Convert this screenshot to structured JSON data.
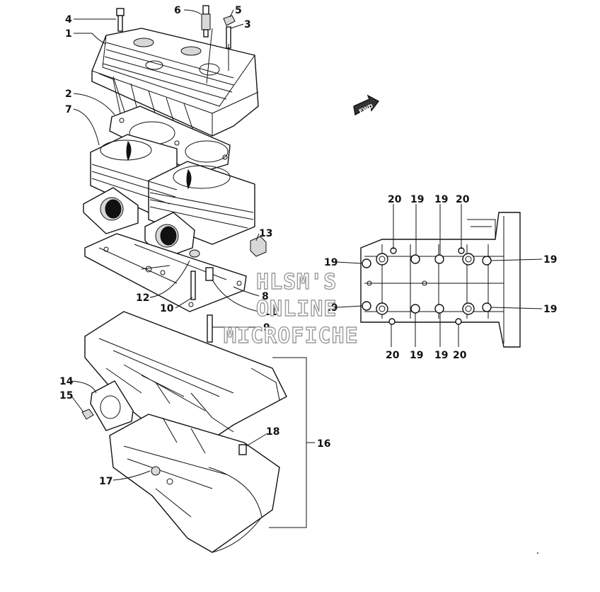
{
  "callouts": {
    "c1": "1",
    "c2": "2",
    "c3": "3",
    "c4": "4",
    "c5": "5",
    "c6": "6",
    "c7": "7",
    "c8": "8",
    "c9": "9",
    "c10": "10",
    "c11": "11",
    "c12": "12",
    "c13": "13",
    "c14": "14",
    "c15": "15",
    "c16": "16",
    "c17": "17",
    "c18": "18"
  },
  "crankcase_callouts": {
    "top": [
      "20",
      "19",
      "19",
      "20"
    ],
    "left": [
      "19",
      "19"
    ],
    "right": [
      "19",
      "19"
    ],
    "bottom": [
      "20",
      "19",
      "19",
      "20"
    ]
  },
  "fwd_label": "FWD",
  "watermark": [
    "HLSM'S",
    "ONLINE",
    "MICROFICHE"
  ]
}
